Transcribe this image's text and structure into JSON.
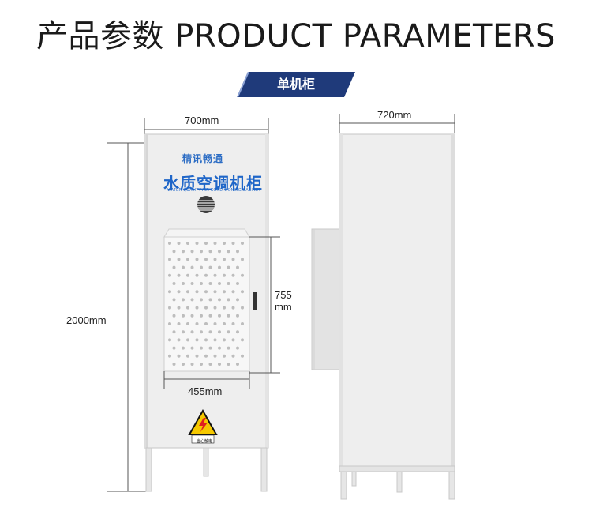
{
  "page": {
    "title": "产品参数 PRODUCT PARAMETERS",
    "badge": "单机柜",
    "accent_color": "#1f3a7a"
  },
  "dimensions": {
    "height": "2000mm",
    "front_width": "700mm",
    "side_depth": "720mm",
    "panel_width": "455mm",
    "panel_height_value": "755",
    "panel_height_unit": "mm"
  },
  "front_cabinet": {
    "brand": "精讯畅通",
    "name": "水质空调机柜",
    "subtitle": "WATER QUALITY AIR CONDITIONING CABINET",
    "warning_label": "当心触电",
    "warning_icon": "high-voltage-icon"
  }
}
